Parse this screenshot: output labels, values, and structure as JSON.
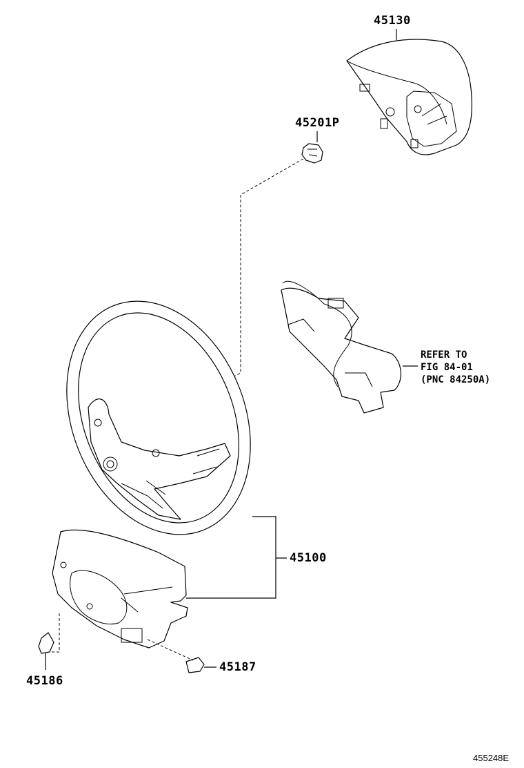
{
  "parts": {
    "p45130": "45130",
    "p45201p": "45201P",
    "p45100": "45100",
    "p45187": "45187",
    "p45186": "45186"
  },
  "reference": {
    "line1": "REFER TO",
    "line2": "FIG 84-01",
    "line3": "(PNC 84250A)"
  },
  "figure_code": "455248E"
}
